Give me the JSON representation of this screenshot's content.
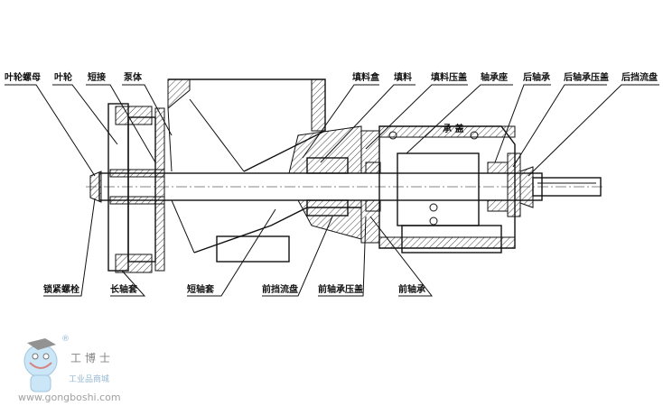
{
  "title": "Pump cross-section diagram",
  "labels_top": [
    "叶轮螺母",
    "叶轮",
    "短接",
    "泵体",
    "填料盒",
    "填料",
    "填料压盖",
    "轴承座",
    "后轴承",
    "后轴承压盖",
    "后挡流盘"
  ],
  "labels_bottom": [
    "锁紧螺栓",
    "长轴套",
    "短轴套",
    "前挡流盘",
    "前轴承压盖",
    "前轴承"
  ],
  "inner_label": "承 盖",
  "watermark": {
    "brand": "工博士",
    "subtitle": "工业品商城",
    "url": "www.gongboshi.com",
    "mark": "®"
  }
}
